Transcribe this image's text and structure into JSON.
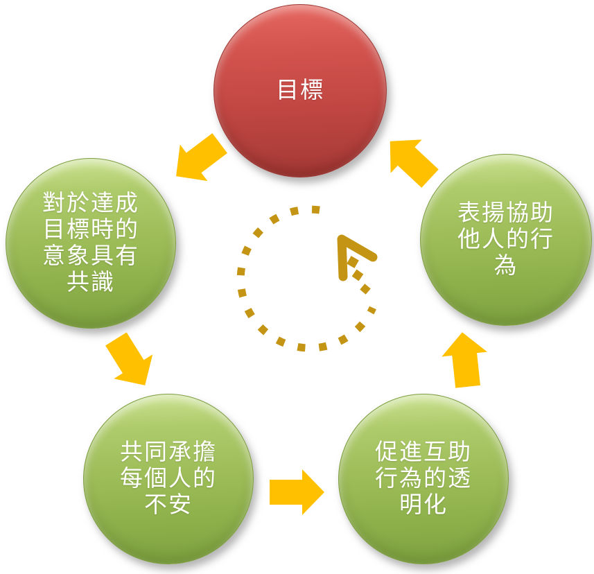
{
  "diagram": {
    "type": "cycle",
    "direction": "clockwise",
    "background": "#ffffff",
    "colors": {
      "goal_circle": "#c0504d",
      "step_circle": "#9bbb59",
      "flow_arrow": "#ffc000",
      "center_dashed_arrow": "#c49514",
      "label_text": "#ffffff"
    },
    "nodes": {
      "goal": {
        "label": "目標"
      },
      "consensus": {
        "label": "對於達成\n目標時的\n意象具有\n共識"
      },
      "share": {
        "label": "共同承擔\n每個人的\n不安"
      },
      "transparency": {
        "label": "促進互助\n行為的透\n明化"
      },
      "praise": {
        "label": "表揚協助\n他人的行\n為"
      }
    },
    "flow": [
      {
        "from": "goal",
        "to": "consensus"
      },
      {
        "from": "consensus",
        "to": "share"
      },
      {
        "from": "share",
        "to": "transparency"
      },
      {
        "from": "transparency",
        "to": "praise"
      },
      {
        "from": "praise",
        "to": "goal"
      }
    ]
  }
}
